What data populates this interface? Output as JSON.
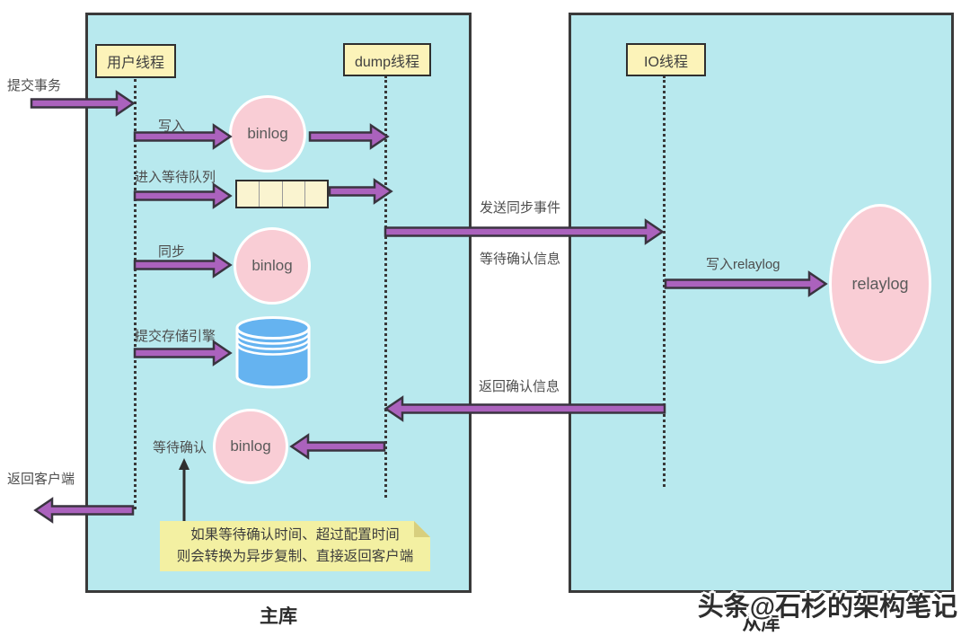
{
  "colors": {
    "box_fill": "#b8e9ee",
    "box_border": "#3a3a3a",
    "label_fill": "#fcf3b9",
    "arrow_fill": "#ab62bd",
    "arrow_stroke": "#3a3440",
    "pink_fill": "#f9cdd5",
    "blue_fill": "#65b3f0",
    "note_fill": "#f3f0a2",
    "note_fold": "#d8cf7e",
    "text": "#4d4d4d"
  },
  "master": {
    "caption": "主库",
    "threads": {
      "user": "用户线程",
      "dump": "dump线程"
    },
    "nodes": {
      "binlog1": "binlog",
      "binlog2": "binlog",
      "binlog3": "binlog"
    },
    "labels": {
      "commit_tx": "提交事务",
      "write": "写入",
      "enter_queue": "进入等待队列",
      "sync": "同步",
      "commit_engine": "提交存储引擎",
      "wait_ack": "等待确认",
      "return_client": "返回客户端"
    },
    "note": {
      "line1": "如果等待确认时间、超过配置时间",
      "line2": "则会转换为异步复制、直接返回客户端"
    }
  },
  "slave": {
    "caption": "从库",
    "threads": {
      "io": "IO线程"
    },
    "labels": {
      "write_relaylog": "写入relaylog"
    },
    "nodes": {
      "relaylog": "relaylog"
    }
  },
  "channel": {
    "send_sync_event": "发送同步事件",
    "wait_ack_info": "等待确认信息",
    "return_ack_info": "返回确认信息"
  },
  "watermark": "头条@石杉的架构笔记"
}
